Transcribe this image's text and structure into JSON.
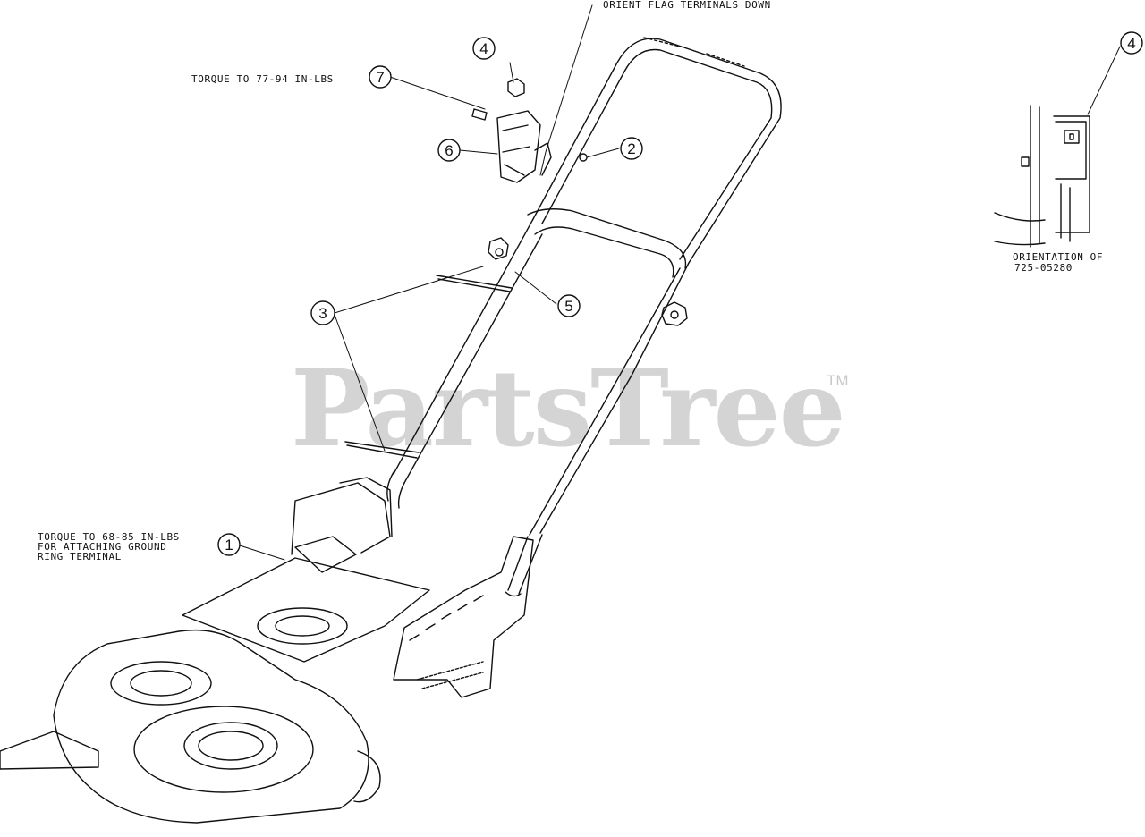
{
  "watermark": {
    "brand": "PartsTree",
    "tm": "TM"
  },
  "notes": {
    "orient_flag": "ORIENT FLAG TERMINALS DOWN",
    "torque_7": "TORQUE TO 77-94 IN-LBS",
    "torque_1_line1": "TORQUE TO 68-85 IN-LBS",
    "torque_1_line2": "FOR ATTACHING GROUND",
    "torque_1_line3": "RING TERMINAL",
    "orientation_line1": "ORIENTATION OF",
    "orientation_line2": "725-05280"
  },
  "callouts": {
    "c1": "1",
    "c2": "2",
    "c3": "3",
    "c4a": "4",
    "c4b": "4",
    "c5": "5",
    "c6": "6",
    "c7": "7"
  },
  "colors": {
    "line": "#111111",
    "watermark": "#d4d4d4",
    "background": "#ffffff"
  }
}
